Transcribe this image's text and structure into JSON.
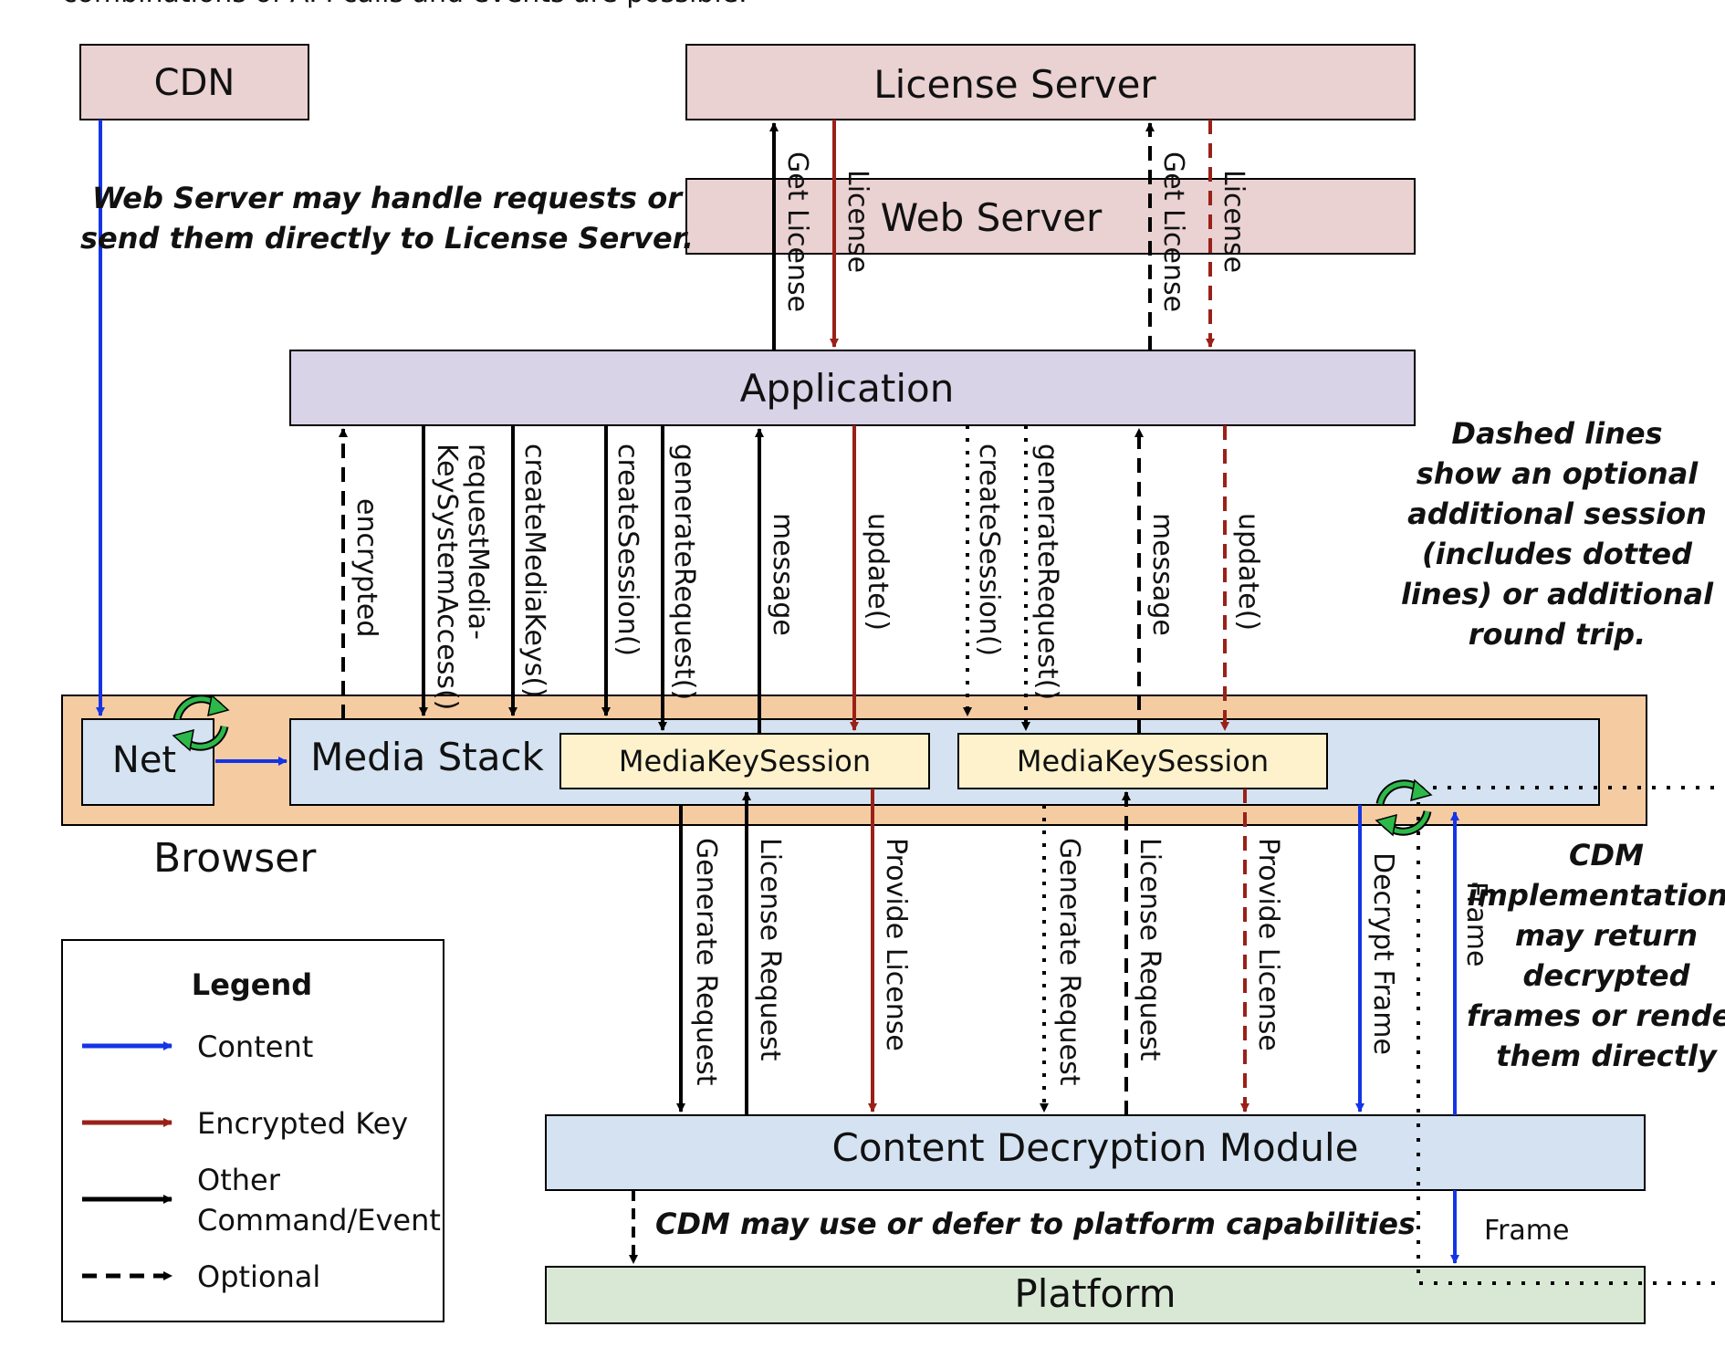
{
  "top_caption": "combinations of API calls and events are possible.",
  "boxes": {
    "cdn": "CDN",
    "license_server": "License Server",
    "web_server": "Web Server",
    "application": "Application",
    "net": "Net",
    "media_stack": "Media Stack",
    "mks_1": "MediaKeySession",
    "mks_2": "MediaKeySession",
    "browser": "Browser",
    "cdm": "Content Decryption Module",
    "platform": "Platform"
  },
  "arrow_labels": {
    "get_license_1": "Get License",
    "license_1": "License",
    "get_license_2": "Get License",
    "license_2": "License",
    "encrypted": "encrypted",
    "request_access_line1": "requestMedia-",
    "request_access_line2": "KeySystemAccess()",
    "create_media_keys": "createMediaKeys()",
    "create_session_1": "createSession()",
    "generate_request_1": "generateRequest()",
    "message_1": "message",
    "update_1": "update()",
    "create_session_2": "createSession()",
    "generate_request_2": "generateRequest()",
    "message_2": "message",
    "update_2": "update()",
    "generate_request_cdm_1": "Generate Request",
    "license_request_1": "License Request",
    "provide_license_1": "Provide License",
    "generate_request_cdm_2": "Generate Request",
    "license_request_2": "License Request",
    "provide_license_2": "Provide License",
    "decrypt_frame": "Decrypt Frame",
    "frame_up": "Frame",
    "frame_down": "Frame"
  },
  "notes": {
    "web_server_note": [
      "Web Server may handle requests or",
      "send them directly to License Server."
    ],
    "dashed_note": [
      "Dashed lines",
      "show an optional",
      "additional session",
      "(includes dotted",
      "lines) or additional",
      "round trip."
    ],
    "cdm_note": [
      "CDM",
      "implementations",
      "may return",
      "decrypted",
      "frames or render",
      "them directly"
    ],
    "platform_note": "CDM may use or defer to platform capabilities"
  },
  "legend": {
    "title": "Legend",
    "content": "Content",
    "encrypted_key": "Encrypted Key",
    "other_line1": "Other",
    "other_line2": "Command/Event",
    "optional": "Optional"
  },
  "colors": {
    "server_fill": "#ead1d2",
    "application_fill": "#d9d3e8",
    "browser_fill": "#f5cba2",
    "media_fill": "#d4e2f1",
    "session_fill": "#fdf2cc",
    "platform_fill": "#d9e8d4",
    "content_arrow": "#1434e6",
    "key_arrow": "#9a2118",
    "other_arrow": "#000000",
    "cycle_icon": "#2db84a"
  }
}
